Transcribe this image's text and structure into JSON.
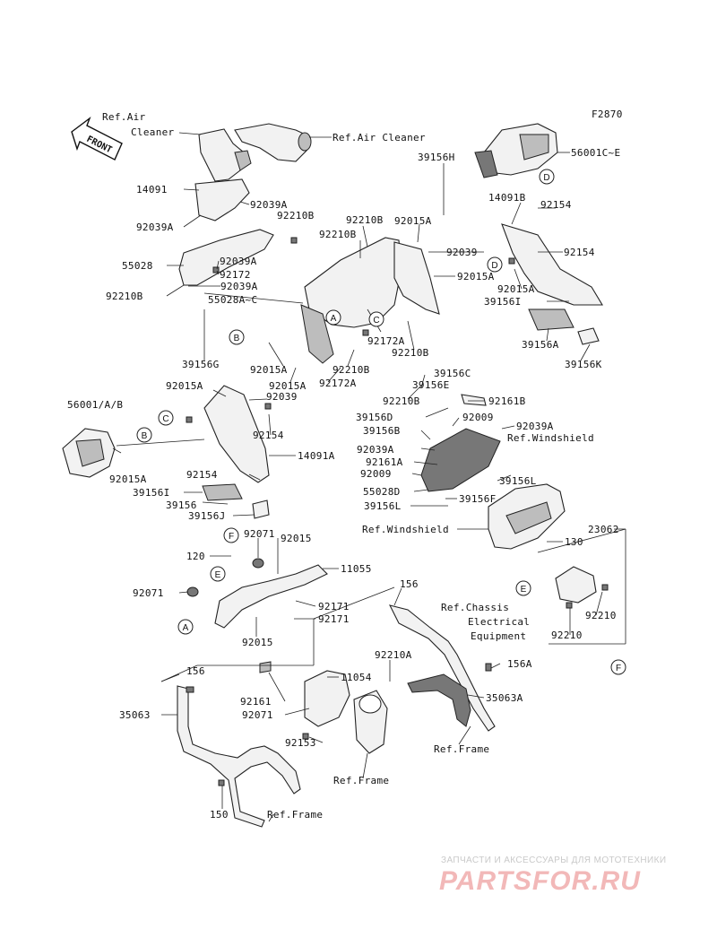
{
  "figure_code": "F2870",
  "front_label": "FRONT",
  "references": {
    "air_cleaner_1": "Ref.Air",
    "air_cleaner_1b": "Cleaner",
    "air_cleaner_2": "Ref.Air Cleaner",
    "windshield_1": "Ref.Windshield",
    "windshield_2": "Ref.Windshield",
    "chassis_1": "Ref.Chassis",
    "chassis_2": "Electrical",
    "chassis_3": "Equipment",
    "frame_1": "Ref.Frame",
    "frame_2": "Ref.Frame",
    "frame_3": "Ref.Frame"
  },
  "parts": {
    "p56001ce": "56001C~E",
    "p39156h": "39156H",
    "p14091": "14091",
    "p92039a_1": "92039A",
    "p92210b_1": "92210B",
    "p92039a_2": "92039A",
    "p92210b_2": "92210B",
    "p92015a_1": "92015A",
    "p14091b": "14091B",
    "p92154_1": "92154",
    "p92210b_3": "92210B",
    "p92039": "92039",
    "p92154_2": "92154",
    "p55028": "55028",
    "p92039a_3": "92039A",
    "p92172": "92172",
    "p92015a_2": "92015A",
    "p92039a_4": "92039A",
    "p92015a_3": "92015A",
    "p92210b_4": "92210B",
    "p55028ac": "55028A~C",
    "p39156i_1": "39156I",
    "p92172a_1": "92172A",
    "p39156a": "39156A",
    "p92210b_5": "92210B",
    "p39156g": "39156G",
    "p92015a_4": "92015A",
    "p92210b_6": "92210B",
    "p39156k": "39156K",
    "p92015a_5": "92015A",
    "p92172a_2": "92172A",
    "p39156c": "39156C",
    "p92015a_6": "92015A",
    "p92039_2": "92039",
    "p39156e": "39156E",
    "p92210b_7": "92210B",
    "p92161b": "92161B",
    "p56001ab": "56001/A/B",
    "p39156d": "39156D",
    "p92009_1": "92009",
    "p92154_3": "92154",
    "p92039a_5": "92039A",
    "p39156b": "39156B",
    "p92039a_6": "92039A",
    "p14091a": "14091A",
    "p92015a_7": "92015A",
    "p92161a": "92161A",
    "p92154_4": "92154",
    "p92009_2": "92009",
    "p39156l_1": "39156L",
    "p39156i_2": "39156I",
    "p55028d": "55028D",
    "p39156f": "39156F",
    "p39156": "39156",
    "p39156j": "39156J",
    "p39156l_2": "39156L",
    "p23062": "23062",
    "p92071_1": "92071",
    "p92015": "92015",
    "p130": "130",
    "p120": "120",
    "p11055": "11055",
    "p156_1": "156",
    "p92071_2": "92071",
    "p92171_1": "92171",
    "p92171_2": "92171",
    "p92210_1": "92210",
    "p92015_2": "92015",
    "p92210_2": "92210",
    "p92210a": "92210A",
    "p156_2": "156",
    "p156a": "156A",
    "p11054": "11054",
    "p92161": "92161",
    "p35063a": "35063A",
    "p35063": "35063",
    "p92071_3": "92071",
    "p92153": "92153",
    "p150": "150"
  },
  "callouts": {
    "a": "A",
    "b": "B",
    "c": "C",
    "d": "D",
    "e": "E",
    "f": "F"
  },
  "watermark": {
    "top": "ЗАПЧАСТИ И АКСЕССУАРЫ ДЛЯ МОТОТЕХНИКИ",
    "brand": "PARTSFOR.RU"
  }
}
